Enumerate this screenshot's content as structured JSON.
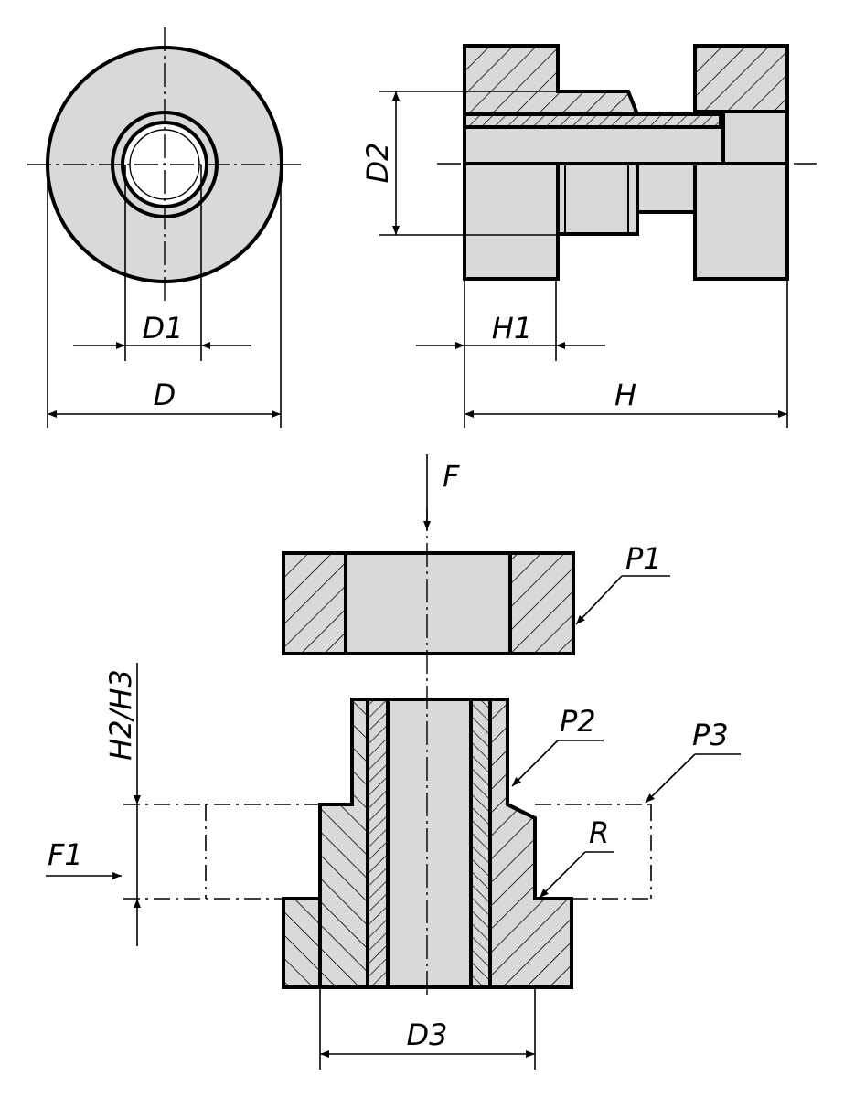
{
  "labels": {
    "D": "D",
    "D1": "D1",
    "D2": "D2",
    "H": "H",
    "H1": "H1",
    "F": "F",
    "F1": "F1",
    "H2_H3": "H2/H3",
    "P1": "P1",
    "P2": "P2",
    "P3": "P3",
    "R": "R",
    "D3": "D3"
  },
  "colors": {
    "line": "#000000",
    "fill": "#d9d9d9",
    "background": "#ffffff"
  }
}
